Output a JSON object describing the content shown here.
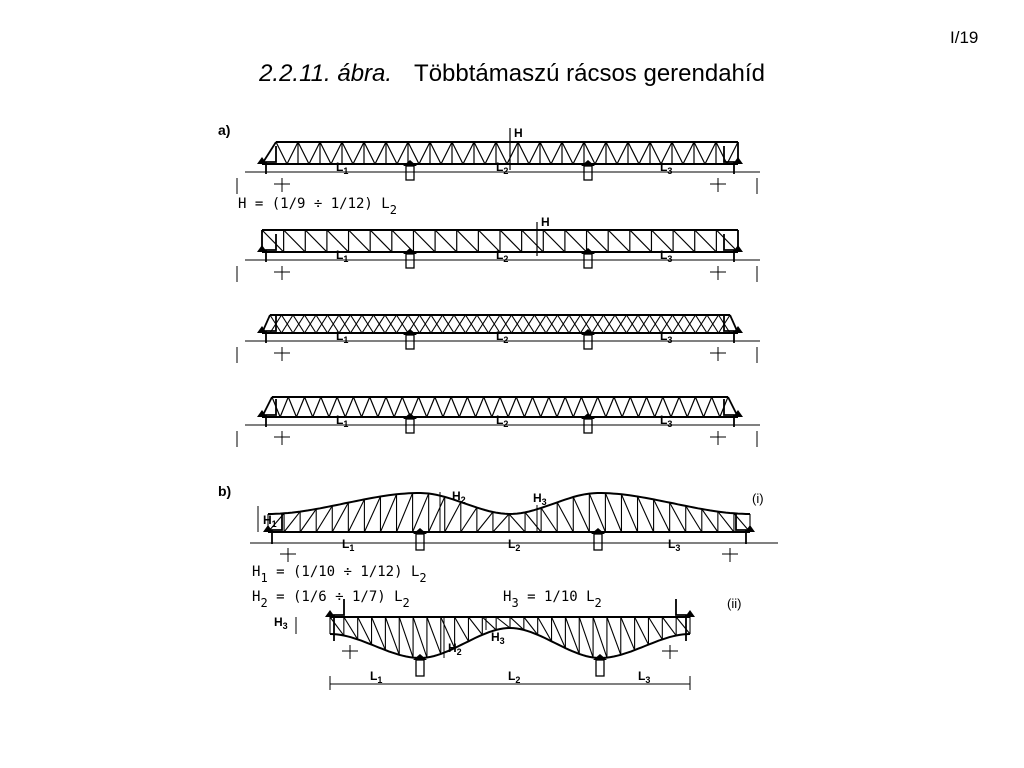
{
  "page": {
    "number": "I/19"
  },
  "figure": {
    "number": "2.2.11. ábra.",
    "caption": "Többtámaszú rácsos gerendahíd"
  },
  "part_a": {
    "label": "a)",
    "height_label": "H",
    "formula": {
      "text": "H = (1/9 ÷ 1/12) L",
      "sub": "2"
    },
    "spans": {
      "l1": "L",
      "l1_sub": "1",
      "l2": "L",
      "l2_sub": "2",
      "l3": "L",
      "l3_sub": "3"
    }
  },
  "part_b": {
    "label": "b)",
    "variant_i": "(i)",
    "variant_ii": "(ii)",
    "h1": {
      "text": "H",
      "sub": "1"
    },
    "h2": {
      "text": "H",
      "sub": "2"
    },
    "h3": {
      "text": "H",
      "sub": "3"
    },
    "formula_h1": {
      "text": "H",
      "sub1": "1",
      "rest": " = (1/10 ÷ 1/12) L",
      "sub2": "2"
    },
    "formula_h2": {
      "text": "H",
      "sub1": "2",
      "rest": " = (1/6 ÷ 1/7) L",
      "sub2": "2"
    },
    "formula_h3": {
      "text": "H",
      "sub1": "3",
      "rest": " = 1/10 L",
      "sub2": "2"
    }
  }
}
